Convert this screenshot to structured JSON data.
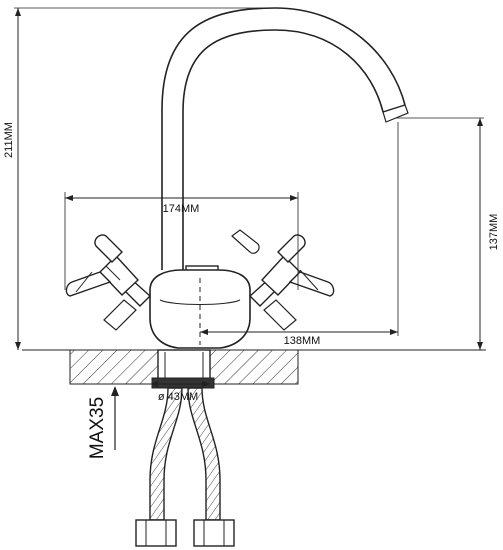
{
  "dimensions": {
    "total_height": "211MM",
    "spout_height": "137MM",
    "handle_span": "174MM",
    "spout_reach": "138MM",
    "hole_diameter": "ø 43MM",
    "max_thickness": "MAX35"
  },
  "colors": {
    "line": "#222222",
    "hatch": "#333333",
    "background": "#ffffff"
  }
}
